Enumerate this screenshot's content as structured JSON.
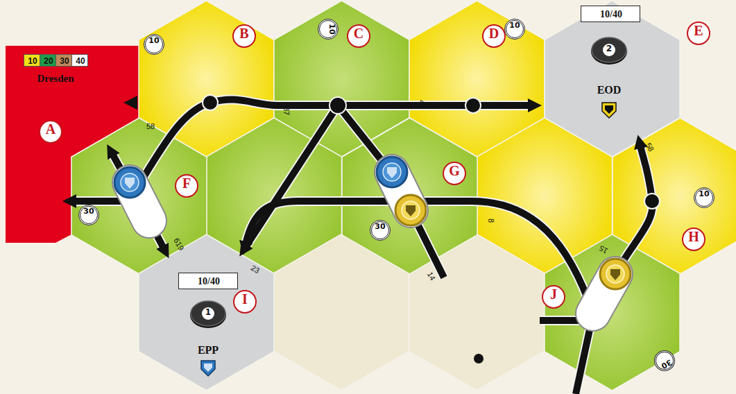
{
  "diagram": {
    "nodes": [
      {
        "text": [
          "Dresden",
          "A"
        ]
      },
      {
        "text": [
          "10"
        ],
        "in": 0
      },
      {
        "text": [
          "20"
        ],
        "in": 0
      },
      {
        "text": [
          "30"
        ],
        "in": 0
      },
      {
        "text": [
          "40"
        ],
        "in": 0
      },
      {
        "text": [
          "B",
          "10"
        ]
      },
      {
        "text": [
          "C",
          "10"
        ]
      },
      {
        "text": [
          "D",
          "10"
        ]
      },
      {
        "text": [
          "E",
          "EOD"
        ]
      },
      {
        "text": [
          "10/40"
        ],
        "in": 8
      },
      {
        "text": [
          "2"
        ],
        "in": 8
      },
      {
        "text": [
          "F",
          "30"
        ]
      },
      {
        "text": [
          "G",
          "30"
        ]
      },
      {
        "text": [
          "H",
          "10"
        ]
      },
      {
        "text": [
          "I",
          "EPP"
        ]
      },
      {
        "text": [
          "10/40"
        ],
        "in": 14
      },
      {
        "text": [
          "1"
        ],
        "in": 14
      },
      {
        "text": [
          "J",
          "30"
        ]
      }
    ],
    "labels": [
      "58",
      "87",
      "4",
      "58",
      "619",
      "23",
      "14",
      "8",
      "15"
    ]
  }
}
